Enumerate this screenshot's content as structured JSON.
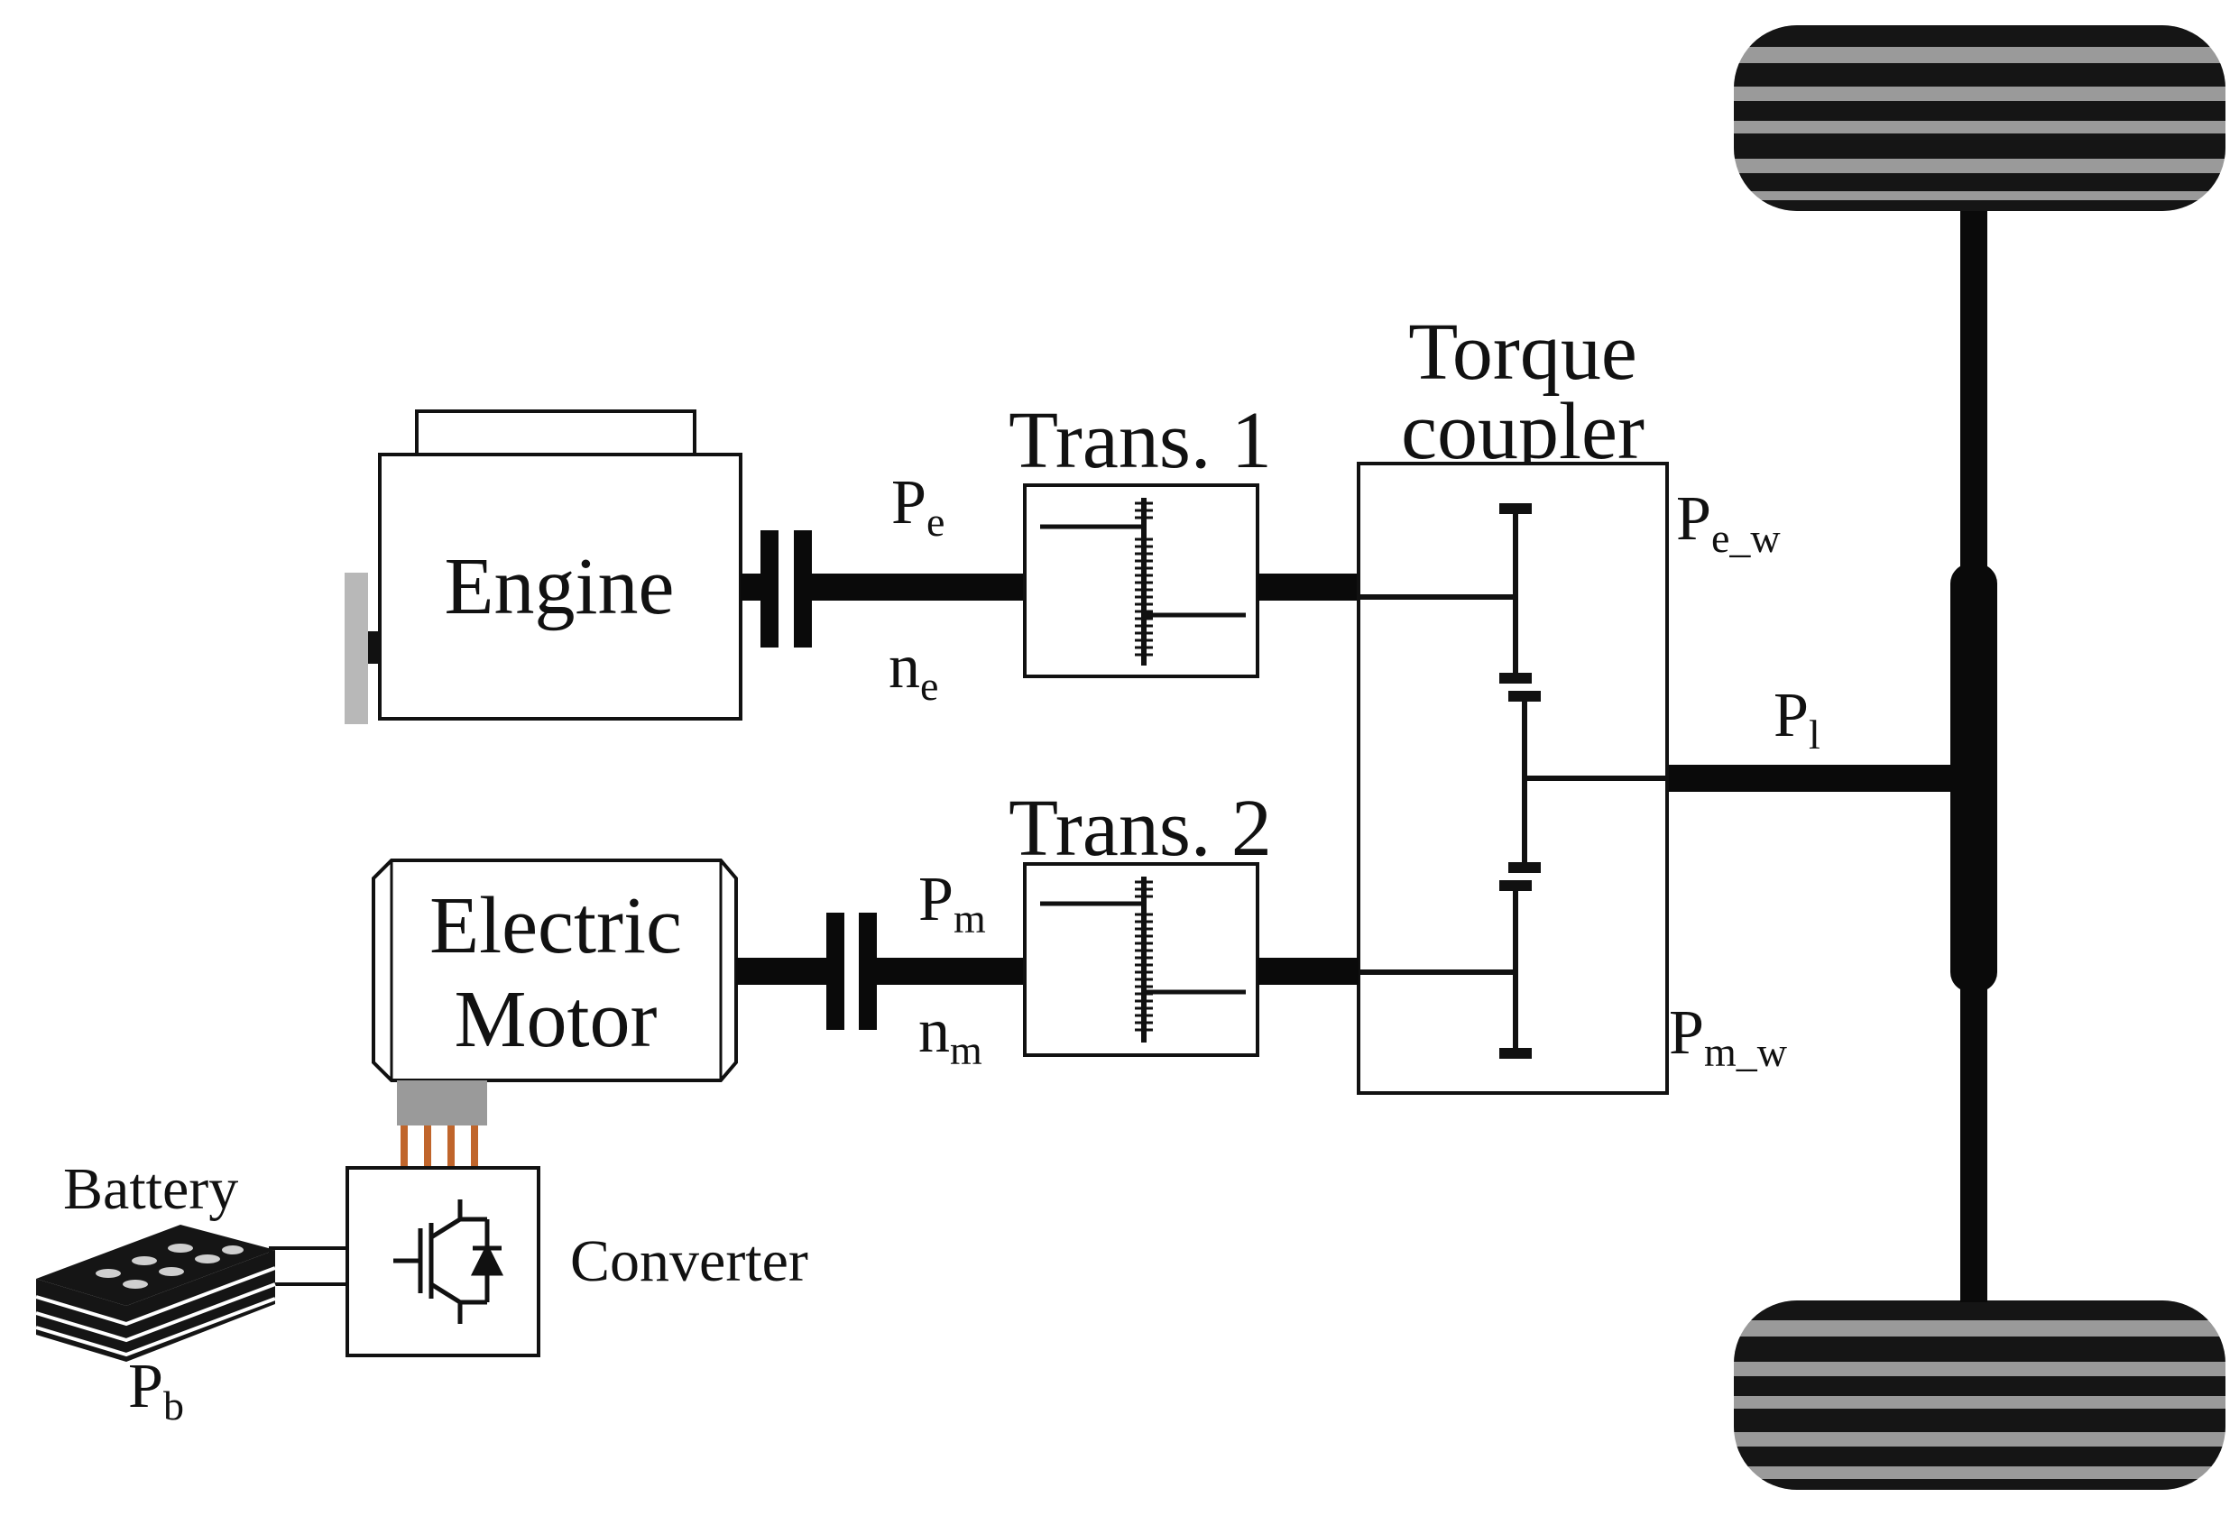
{
  "components": {
    "engine": "Engine",
    "motor_line1": "Electric",
    "motor_line2": "Motor",
    "trans1": "Trans. 1",
    "trans2": "Trans. 2",
    "coupler_line1": "Torque",
    "coupler_line2": "coupler",
    "battery": "Battery",
    "converter": "Converter"
  },
  "symbols": {
    "pe": {
      "base": "P",
      "sub": "e"
    },
    "ne": {
      "base": "n",
      "sub": "e"
    },
    "pm": {
      "base": "P",
      "sub": "m"
    },
    "nm": {
      "base": "n",
      "sub": "m"
    },
    "pew": {
      "base": "P",
      "sub": "e_w"
    },
    "pmw": {
      "base": "P",
      "sub": "m_w"
    },
    "pl": {
      "base": "P",
      "sub": "l"
    },
    "pb": {
      "base": "P",
      "sub": "b"
    }
  },
  "colors": {
    "line": "#111111",
    "shaft": "#0a0a0a",
    "tire_dark": "#151515",
    "tire_light": "#9a9a9a",
    "mount_gray": "#b8b8b8",
    "cable": "#c0652b"
  }
}
